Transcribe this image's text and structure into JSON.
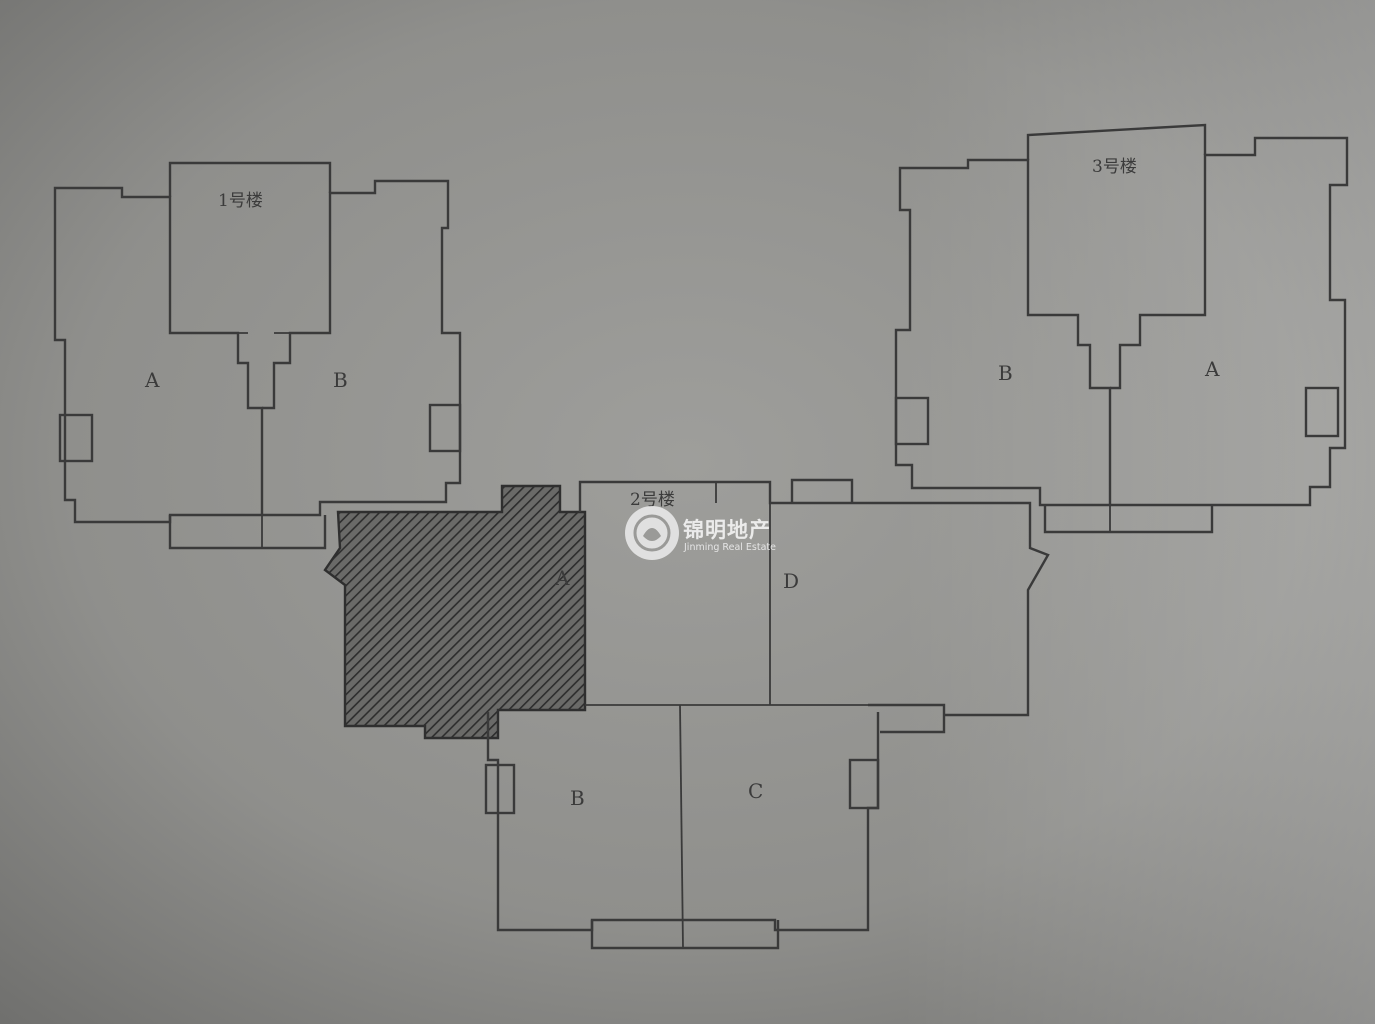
{
  "buildings": {
    "left": {
      "label": "1号楼",
      "units": {
        "a": "A",
        "b": "B"
      }
    },
    "right": {
      "label": "3号楼",
      "units": {
        "b": "B",
        "a": "A"
      }
    },
    "middle": {
      "label": "2号楼",
      "units": {
        "a": "A",
        "d": "D",
        "b": "B",
        "c": "C"
      },
      "highlighted_unit": "A"
    }
  },
  "watermark": {
    "name": "锦明地产",
    "subtitle": "Jinming Real Estate"
  },
  "colors": {
    "paper": "#8c8c8a",
    "ink": "#3a3a3a",
    "watermark": "#f2f2f2"
  }
}
